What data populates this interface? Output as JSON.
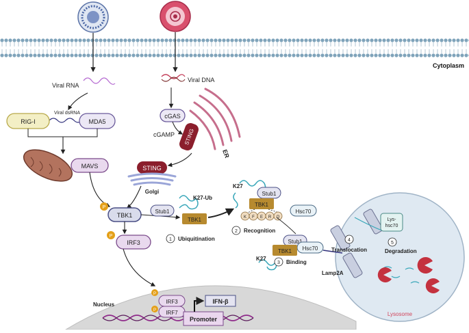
{
  "labels": {
    "cytoplasm": "Cytoplasm",
    "viral_rna": "Viral RNA",
    "viral_dsrna": "Viral dsRNA",
    "rig_i": "RIG-I",
    "mda5": "MDA5",
    "mavs": "MAVS",
    "viral_dna": "Viral DNA",
    "cgas": "cGAS",
    "cgamp": "cGAMP",
    "sting_er": "STING",
    "er": "ER",
    "sting_golgi": "STING",
    "golgi": "Golgi",
    "tbk1_main": "TBK1",
    "p1": "P",
    "p2": "P",
    "irf3_main": "IRF3",
    "stub1_a": "Stub1",
    "k27ub": "K27-Ub",
    "tbk1_ub": "TBK1",
    "step1": "Ubiquitination",
    "k27_top": "K27",
    "stub1_b": "Stub1",
    "tbk1_rec": "TBK1",
    "motif": [
      "K",
      "F",
      "E",
      "R",
      "Q"
    ],
    "step2": "Recognition",
    "hsc70_a": "Hsc70",
    "stub1_c": "Stub1",
    "hsc70_b": "Hsc70",
    "tbk1_bind": "TBK1",
    "k27_bottom": "K27",
    "step3": "Binding",
    "lamp2a": "Lamp2A",
    "step4": "Translocation",
    "lys_hsc70": "Lys-\nhsc70",
    "step5": "Degradation",
    "lysosome": "Lysosome",
    "nucleus": "Nucleus",
    "irf3_n": "IRF3",
    "irf7_n": "IRF7",
    "p3": "P",
    "p4": "P",
    "promoter": "Promoter",
    "ifnb": "IFN-β",
    "num1": "1",
    "num2": "2",
    "num3": "3",
    "num4": "4",
    "num5": "5"
  },
  "colors": {
    "membrane": "#7fa3ba",
    "rig_fill": "#f3efc5",
    "rig_stroke": "#b8a94a",
    "mda5_fill": "#ece8f5",
    "mda5_stroke": "#6a5a9a",
    "sting": "#8b1e2c",
    "tbk1_fill": "#d9dceb",
    "tbk1_stroke": "#4a4f85",
    "tbk1_gold": "#b78a2f",
    "irf_fill": "#e9d9ee",
    "irf_stroke": "#7a4a8a",
    "phospho": "#e4a019",
    "stub1_fill": "#e4e4f1",
    "hsc70_fill": "#e9f2f7",
    "ub": "#39a7b9",
    "lysosome_fill": "#dfe9f2",
    "lysosome_label": "#d2455b",
    "pacman": "#c4323f",
    "nucleus_fill": "#d8d8d8",
    "dna": "#8f2a8a",
    "er": "#c66e8c",
    "mito": "#8a4a3a"
  },
  "icons": [
    "virus-blue-icon",
    "virus-pink-icon",
    "mitochondrion-icon",
    "golgi-icon",
    "er-icon",
    "dna-strand-icon",
    "ubiquitin-chain-icon",
    "pacman-enzyme-icon"
  ]
}
